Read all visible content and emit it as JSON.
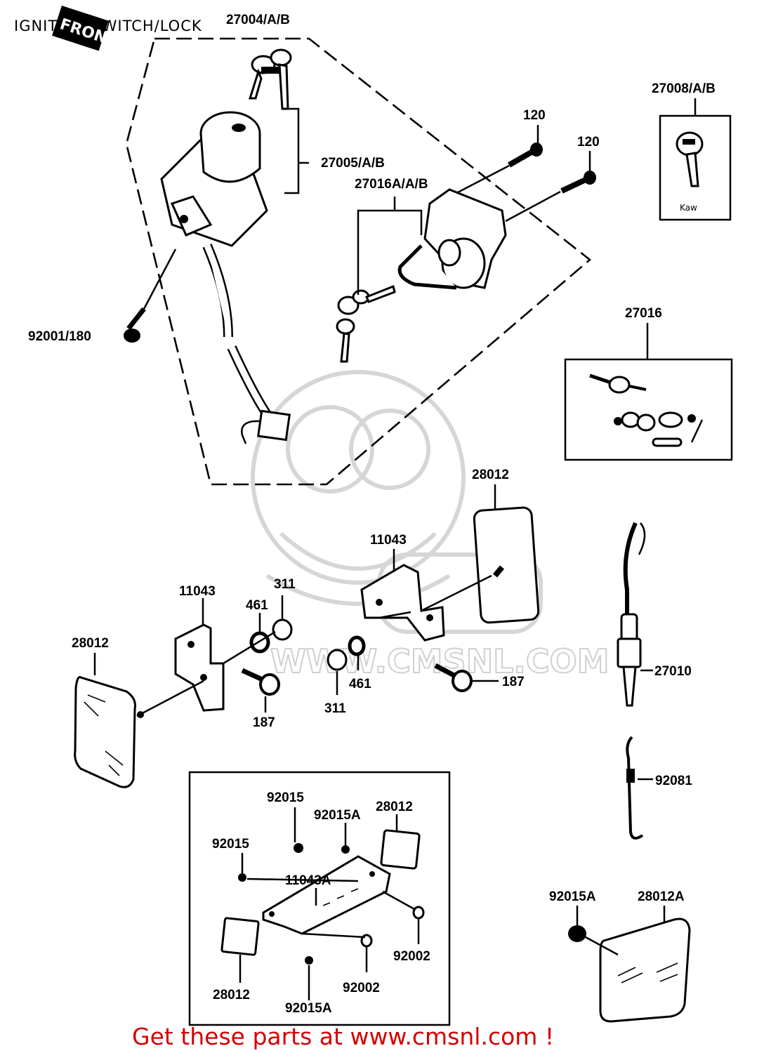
{
  "title": "IGNITION SWITCH/LOCK",
  "front_mark": "FRONT",
  "labels": {
    "key_blank_1": "27004/A/B",
    "ignition_switch": "27005/A/B",
    "seat_lock": "27016A/A/B",
    "bolt_a": "120",
    "bolt_b": "120",
    "key_blank_2": "27008/A/B",
    "lock_set": "27016",
    "screw": "92001/180",
    "reflector_top": "28012",
    "bracket_top": "11043",
    "bracket_left": "11043",
    "washer_top": "311",
    "nut_top": "461",
    "reflector_left": "28012",
    "nut_mid": "461",
    "washer_mid": "311",
    "bolt_right": "187",
    "bolt_left": "187",
    "switch_right": "27010",
    "spring": "92081",
    "inset_nut_1": "92015",
    "inset_nut_2": "92015A",
    "inset_reflector_1": "28012",
    "inset_nut_3": "92015",
    "inset_bracket": "11043A",
    "inset_screw_1": "92002",
    "inset_screw_2": "92002",
    "inset_reflector_2": "28012",
    "inset_nut_4": "92015A",
    "nut_bottom_right": "92015A",
    "reflector_bottom_right": "28012A"
  },
  "watermark": "WWW.CMSNL.COM",
  "footer": "Get these parts at www.cmsnl.com !",
  "colors": {
    "footer": "#d40000",
    "ink": "#000000",
    "watermark": "#d0d0d0"
  }
}
